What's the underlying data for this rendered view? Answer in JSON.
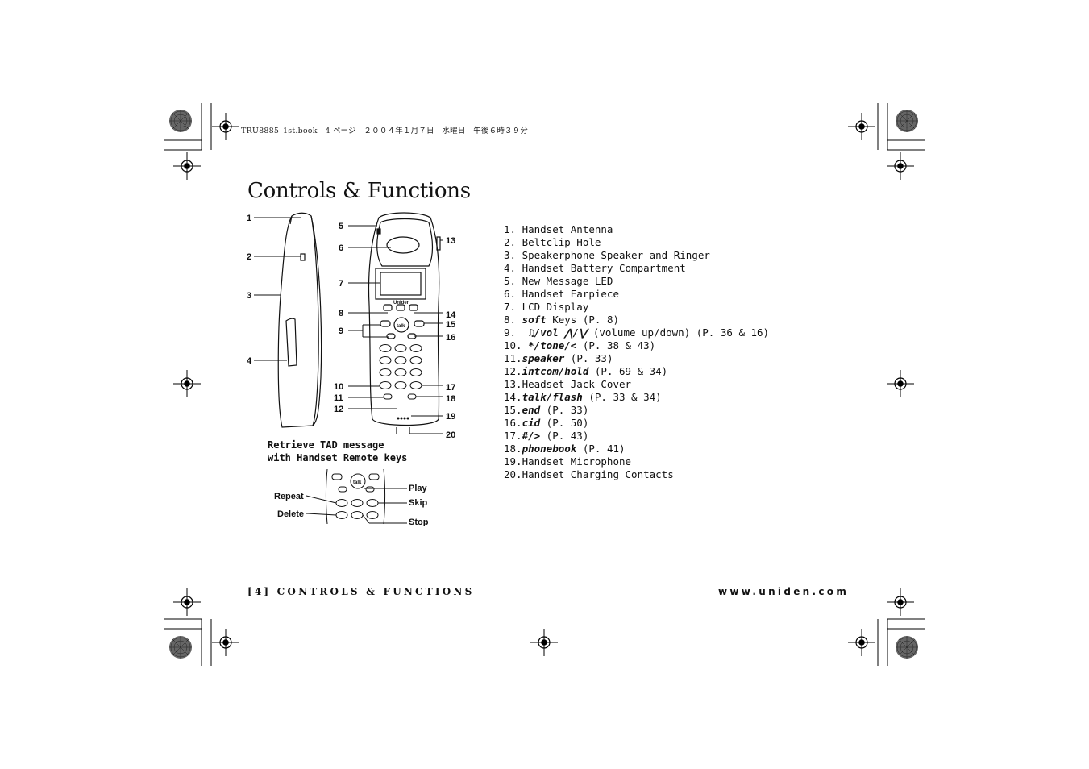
{
  "header_line": "TRU8885_1st.book　4 ページ　２００４年１月７日　水曜日　午後６時３９分",
  "title": "Controls & Functions",
  "diagram": {
    "side_callouts": [
      "1",
      "2",
      "3",
      "4"
    ],
    "front_left_callouts": [
      "5",
      "6",
      "7",
      "8",
      "9",
      "10",
      "11",
      "12"
    ],
    "front_right_callouts": [
      "13",
      "14",
      "15",
      "16",
      "17",
      "18",
      "19",
      "20"
    ],
    "brand": "Uniden",
    "talk_key": "talk"
  },
  "retrieve": {
    "line1": "Retrieve TAD message",
    "line2": "with Handset Remote keys"
  },
  "remote_keys": {
    "repeat": "Repeat",
    "delete": "Delete",
    "play": "Play",
    "skip": "Skip",
    "stop": "Stop"
  },
  "items": [
    {
      "num": "1. ",
      "kw": "",
      "text": "Handset Antenna"
    },
    {
      "num": "2. ",
      "kw": "",
      "text": "Beltclip Hole"
    },
    {
      "num": "3. ",
      "kw": "",
      "text": "Speakerphone Speaker and Ringer"
    },
    {
      "num": "4. ",
      "kw": "",
      "text": "Handset Battery Compartment"
    },
    {
      "num": "5. ",
      "kw": "",
      "text": "New Message LED"
    },
    {
      "num": "6. ",
      "kw": "",
      "text": "Handset Earpiece"
    },
    {
      "num": "7. ",
      "kw": "",
      "text": "LCD Display"
    },
    {
      "num": "8. ",
      "kw": "soft",
      "text": " Keys (P. 8)"
    },
    {
      "num": "9.  ",
      "kw": "♫/vol ⋀/⋁",
      "text": " (volume up/down) (P. 36 & 16)"
    },
    {
      "num": "10. ",
      "kw": "*/tone/<",
      "text": " (P. 38 & 43)"
    },
    {
      "num": "11.",
      "kw": "speaker",
      "text": " (P. 33)"
    },
    {
      "num": "12.",
      "kw": "intcom/hold",
      "text": " (P. 69 & 34)"
    },
    {
      "num": "13.",
      "kw": "",
      "text": "Headset Jack Cover"
    },
    {
      "num": "14.",
      "kw": "talk/flash",
      "text": " (P. 33 & 34)"
    },
    {
      "num": "15.",
      "kw": "end",
      "text": " (P. 33)"
    },
    {
      "num": "16.",
      "kw": "cid",
      "text": " (P. 50)"
    },
    {
      "num": "17.",
      "kw": "#/>",
      "text": " (P. 43)"
    },
    {
      "num": "18.",
      "kw": "phonebook",
      "text": " (P. 41)"
    },
    {
      "num": "19.",
      "kw": "",
      "text": "Handset Microphone"
    },
    {
      "num": "20.",
      "kw": "",
      "text": "Handset Charging Contacts"
    }
  ],
  "footer": {
    "left": "[4] CONTROLS & FUNCTIONS",
    "right": "www.uniden.com"
  }
}
